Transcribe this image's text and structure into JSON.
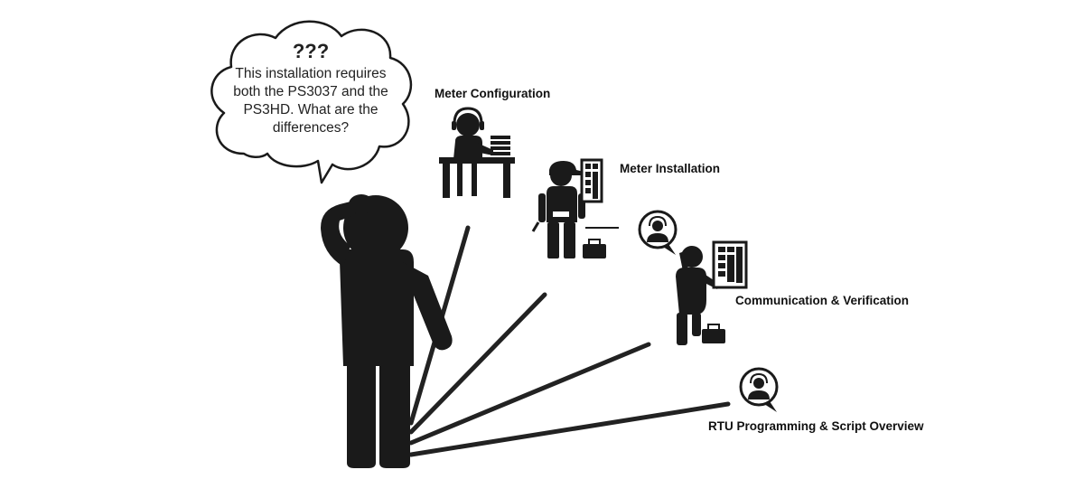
{
  "bubble": {
    "title": "???",
    "text": "This installation requires both the PS3037 and the PS3HD. What are the differences?"
  },
  "steps": [
    {
      "label": "Meter Configuration"
    },
    {
      "label": "Meter Installation"
    },
    {
      "label": "Communication & Verification"
    },
    {
      "label": "RTU Programming & Script Overview"
    }
  ]
}
